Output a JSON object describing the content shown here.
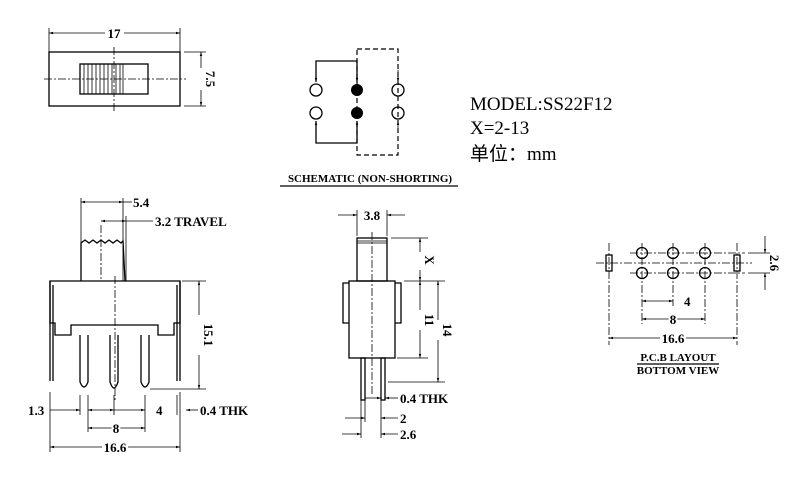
{
  "top_view": {
    "width_dim": "17",
    "height_dim": "7.5"
  },
  "schematic": {
    "caption": "SCHEMATIC (NON-SHORTING)"
  },
  "spec": {
    "model": "MODEL:SS22F12",
    "x_range": "X=2-13",
    "unit": "单位：mm"
  },
  "front_view": {
    "actuator_width": "5.4",
    "travel": "3.2 TRAVEL",
    "height": "15.1",
    "edge_offset": "1.3",
    "pin_pitch": "4",
    "thickness": "0.4 THK",
    "pin_span": "8",
    "overall_width": "16.6"
  },
  "side_view": {
    "actuator_width": "3.8",
    "actuator_height": "X",
    "body_height": "11",
    "overall_height": "14",
    "thickness": "0.4 THK",
    "pin_gap": "2",
    "pin_span": "2.6"
  },
  "pcb_layout": {
    "row_spacing": "2.6",
    "pitch": "4",
    "pin_span": "8",
    "overall_width": "16.6",
    "caption_line1": "P.C.B LAYOUT",
    "caption_line2": "BOTTOM VIEW"
  }
}
